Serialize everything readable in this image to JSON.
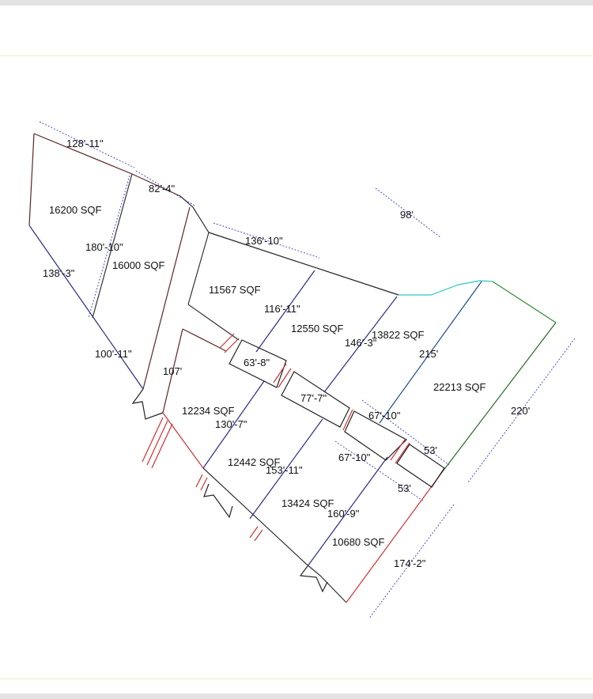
{
  "lots": [
    {
      "id": "lot-1",
      "area": "16200 SQF"
    },
    {
      "id": "lot-2",
      "area": "16000 SQF"
    },
    {
      "id": "lot-3",
      "area": "11567 SQF"
    },
    {
      "id": "lot-4",
      "area": "12550 SQF"
    },
    {
      "id": "lot-5",
      "area": "13822 SQF"
    },
    {
      "id": "lot-6",
      "area": "22213 SQF"
    },
    {
      "id": "lot-7",
      "area": "12234 SQF"
    },
    {
      "id": "lot-8",
      "area": "12442 SQF"
    },
    {
      "id": "lot-9",
      "area": "13424 SQF"
    },
    {
      "id": "lot-10",
      "area": "10680 SQF"
    }
  ],
  "dimensions": {
    "d_128_11": "128'-11\"",
    "d_82_4": "82'-4\"",
    "d_98": "98'",
    "d_136_10": "136'-10\"",
    "d_180_10": "180'-10\"",
    "d_138_3": "138'-3\"",
    "d_116_11": "116'-11\"",
    "d_146_3": "146'-3\"",
    "d_215": "215'",
    "d_100_11": "100'-11\"",
    "d_107": "107'",
    "d_63_8": "63'-8\"",
    "d_77_7": "77'-7\"",
    "d_67_10_a": "67'-10\"",
    "d_220": "220'",
    "d_130_7": "130'-7\"",
    "d_53_a": "53'",
    "d_153_11": "153'-11\"",
    "d_67_10_b": "67'-10\"",
    "d_53_b": "53'",
    "d_160_9": "160'-9\"",
    "d_174_2": "174'-2\""
  },
  "colors": {
    "background": "#ffffff",
    "boundary_dark": "#5a2525",
    "boundary_navy": "#2a2a8a",
    "boundary_green": "#2a8a2a",
    "boundary_cyan": "#2ec7c7",
    "boundary_red": "#d23030",
    "dimension_line": "#4b50d8"
  }
}
